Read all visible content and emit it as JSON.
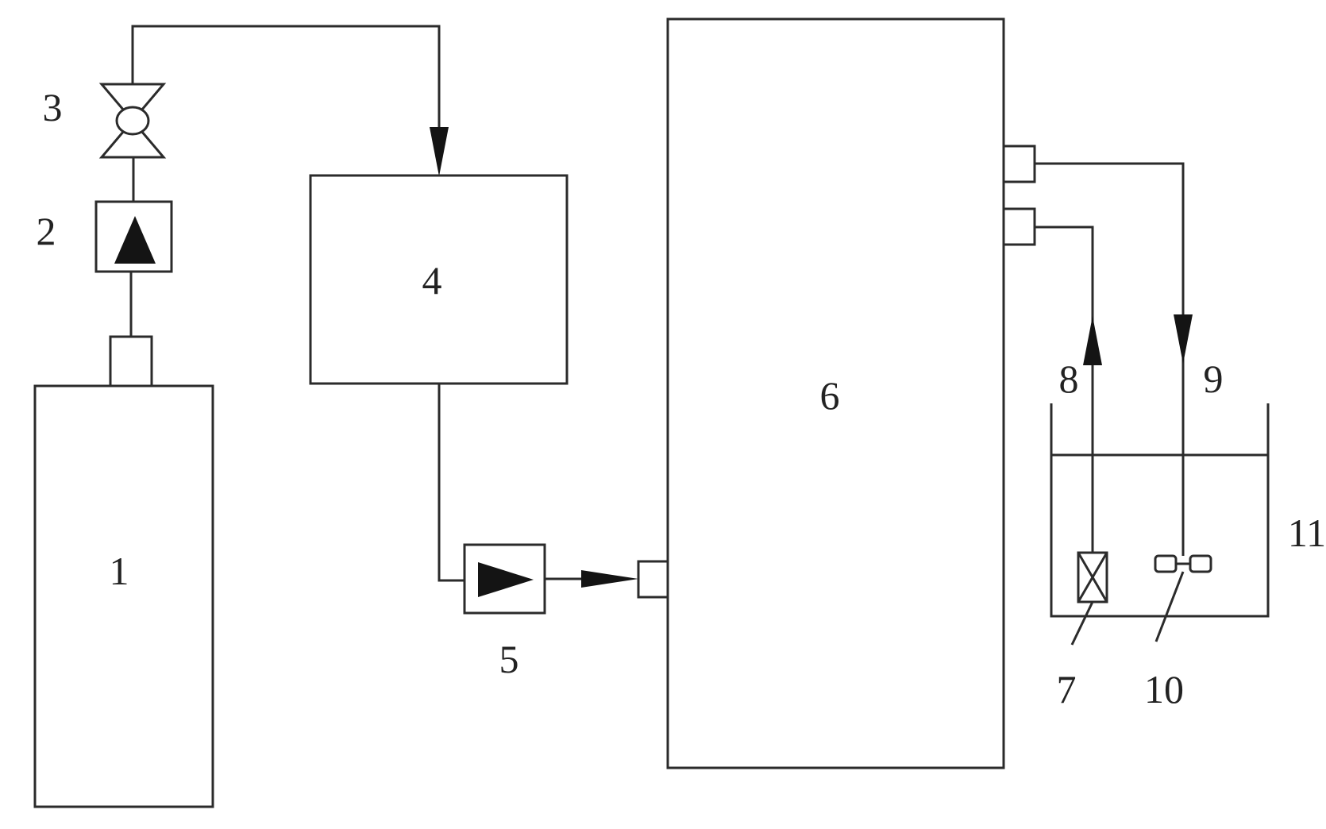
{
  "labels": {
    "l1": "1",
    "l2": "2",
    "l3": "3",
    "l4": "4",
    "l5": "5",
    "l6": "6",
    "l7": "7",
    "l8": "8",
    "l9": "9",
    "l10": "10",
    "l11": "11"
  },
  "icons": {
    "valve": "valve-icon",
    "flowmeter": "flowmeter-up-triangle-icon",
    "pump": "pump-right-triangle-icon",
    "filter": "crossed-box-icon",
    "diffuser": "diffuser-icon"
  },
  "colors": {
    "line": "#2b2b2b",
    "fill": "#141414",
    "background": "#ffffff"
  }
}
